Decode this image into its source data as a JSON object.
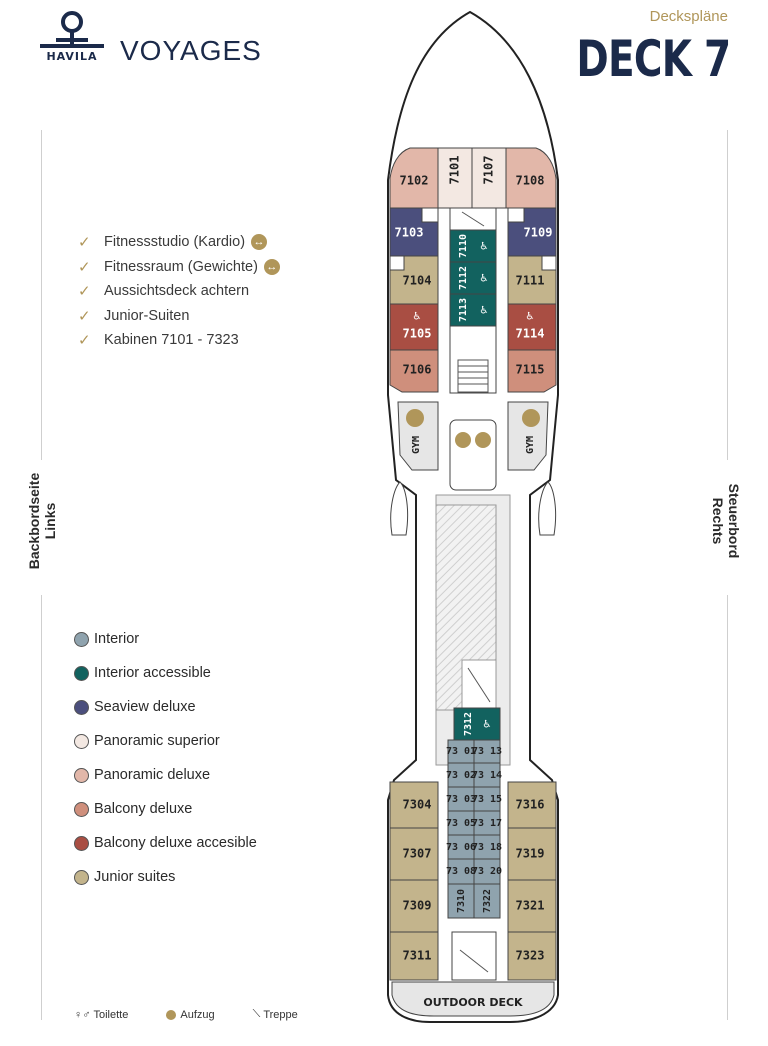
{
  "brand": {
    "logo_word": "HAVILA",
    "name": "VOYAGES"
  },
  "header": {
    "subtitle": "Deckspläne",
    "title": "DECK 7"
  },
  "sides": {
    "port": [
      "Backbordseite",
      "Links"
    ],
    "starboard": [
      "Steuerbord",
      "Rechts"
    ]
  },
  "features": [
    {
      "label": "Fitnessstudio (Kardio)",
      "icon": "elevator-icon"
    },
    {
      "label": "Fitnessraum (Gewichte)",
      "icon": "elevator-icon"
    },
    {
      "label": "Aussichtsdeck achtern"
    },
    {
      "label": "Junior-Suiten"
    },
    {
      "label": "Kabinen 7101 - 7323"
    }
  ],
  "legend": [
    {
      "label": "Interior",
      "color": "#8fa3ae"
    },
    {
      "label": "Interior accessible",
      "color": "#12625f"
    },
    {
      "label": "Seaview deluxe",
      "color": "#4b4f7d"
    },
    {
      "label": "Panoramic superior",
      "color": "#f3e8e2"
    },
    {
      "label": "Panoramic deluxe",
      "color": "#e2b7a9"
    },
    {
      "label": "Balcony deluxe",
      "color": "#cf8f7c"
    },
    {
      "label": "Balcony deluxe accesible",
      "color": "#a94e43"
    },
    {
      "label": "Junior suites",
      "color": "#c3b48c"
    }
  ],
  "footer": {
    "toilet": "Toilette",
    "elevator": "Aufzug",
    "stairs": "Treppe"
  },
  "plan": {
    "cabins": {
      "c7102": "7102",
      "c7101": "7101",
      "c7107": "7107",
      "c7108": "7108",
      "c7103": "7103",
      "c7109": "7109",
      "c7110": "7110",
      "c7112": "7112",
      "c7113": "7113",
      "c7104": "7104",
      "c7111": "7111",
      "c7105": "7105",
      "c7114": "7114",
      "c7106": "7106",
      "c7115": "7115",
      "c7312": "7312",
      "c7301": "73 01",
      "c7313": "73 13",
      "c7302": "73 02",
      "c7314": "73 14",
      "c7303": "73 03",
      "c7315": "73 15",
      "c7305": "73 05",
      "c7317": "73 17",
      "c7306": "73 06",
      "c7318": "73 18",
      "c7308": "73 08",
      "c7320": "73 20",
      "c7310": "7310",
      "c7322": "7322",
      "c7304": "7304",
      "c7316": "7316",
      "c7307": "7307",
      "c7319": "7319",
      "c7309": "7309",
      "c7321": "7321",
      "c7311": "7311",
      "c7323": "7323"
    },
    "gym": "GYM",
    "outdoor": "OUTDOOR DECK"
  }
}
